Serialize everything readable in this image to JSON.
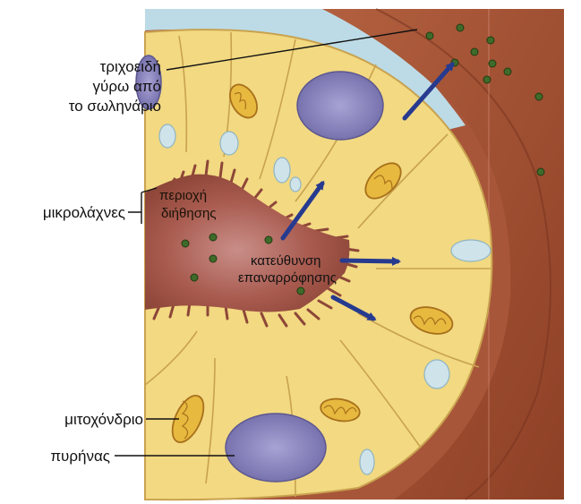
{
  "labels": {
    "capillary_line1": "τριχοειδή",
    "capillary_line2": "γύρω από",
    "capillary_line3": "το σωληνάριο",
    "microvilli": "μικρολάχνες",
    "diffusion_line1": "περιοχή",
    "diffusion_line2": "διήθησης",
    "reabsorption_line1": "κατεύθυνση",
    "reabsorption_line2": "επαναρρόφησης",
    "mitochondrion": "μιτοχόνδριο",
    "nucleus": "πυρήνας"
  },
  "colors": {
    "cytoplasm": "#f2d982",
    "cell_border": "#c9a24f",
    "lumen": "#a85a4e",
    "lumen_center": "#c07a74",
    "capillary_tissue": "#a8563a",
    "sky_gap": "#bcdbe6",
    "nucleus": "#8a86bd",
    "mitochondrion": "#e7b93f",
    "arrow": "#263a8f",
    "particle": "#3f6b2a"
  }
}
